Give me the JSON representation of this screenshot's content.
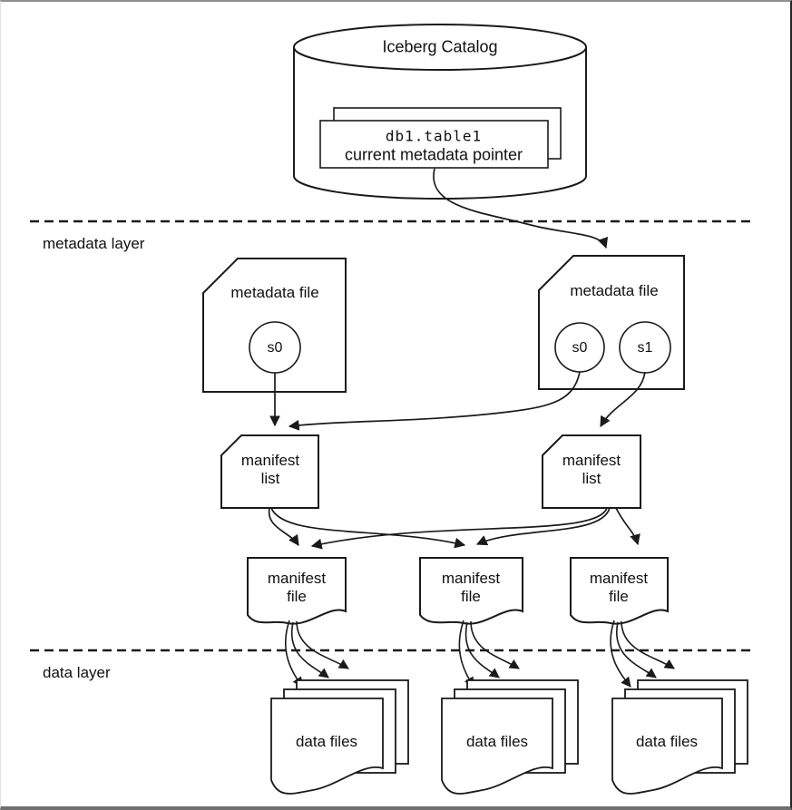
{
  "diagram": {
    "catalog": {
      "title": "Iceberg Catalog",
      "table_id": "db1.table1",
      "pointer_label": "current metadata pointer"
    },
    "layers": {
      "metadata": "metadata layer",
      "data": "data layer"
    },
    "metadata_files": [
      {
        "label": "metadata file",
        "snapshots": [
          "s0"
        ]
      },
      {
        "label": "metadata file",
        "snapshots": [
          "s0",
          "s1"
        ]
      }
    ],
    "manifest_lists": [
      {
        "label": "manifest list"
      },
      {
        "label": "manifest list"
      }
    ],
    "manifest_files": [
      {
        "label": "manifest file"
      },
      {
        "label": "manifest file"
      },
      {
        "label": "manifest file"
      }
    ],
    "data_file_stacks": [
      {
        "label": "data files"
      },
      {
        "label": "data files"
      },
      {
        "label": "data files"
      }
    ],
    "colors": {
      "stroke": "#1a1a1a",
      "background": "#ffffff"
    }
  }
}
